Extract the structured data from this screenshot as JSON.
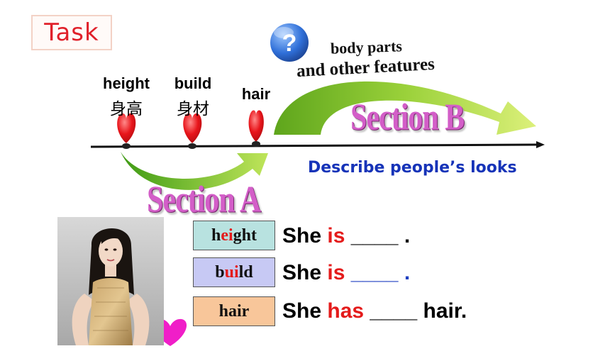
{
  "task": {
    "label": "Task"
  },
  "timeline": {
    "points": [
      {
        "en": "height",
        "cn": "身高"
      },
      {
        "en": "build",
        "cn": "身材"
      },
      {
        "en": "hair"
      }
    ],
    "question_icon": "question-mark-icon"
  },
  "section_b": {
    "line1": "body parts",
    "line2": "and other features",
    "title": "Section B"
  },
  "section_a": {
    "title": "Section A"
  },
  "describe": "Describe people’s looks",
  "words": [
    {
      "pre": "h",
      "mid": "ei",
      "post": "ght"
    },
    {
      "pre": "b",
      "mid": "ui",
      "post": "ld"
    },
    {
      "pre": "hair",
      "mid": "",
      "post": ""
    }
  ],
  "sentences": [
    {
      "subject": "She",
      "verb": "is",
      "blank": "____",
      "end": "."
    },
    {
      "subject": "She",
      "verb": "is",
      "blank": "____",
      "end": "."
    },
    {
      "subject": "She",
      "verb": "has",
      "blank": "____",
      "end": "hair."
    }
  ],
  "colors": {
    "red": "#e41b1b",
    "blue": "#1f3fc0",
    "section_pink": "#d35ec8",
    "arrow_green": "#7dc22a",
    "heart_magenta": "#f01ec8"
  }
}
